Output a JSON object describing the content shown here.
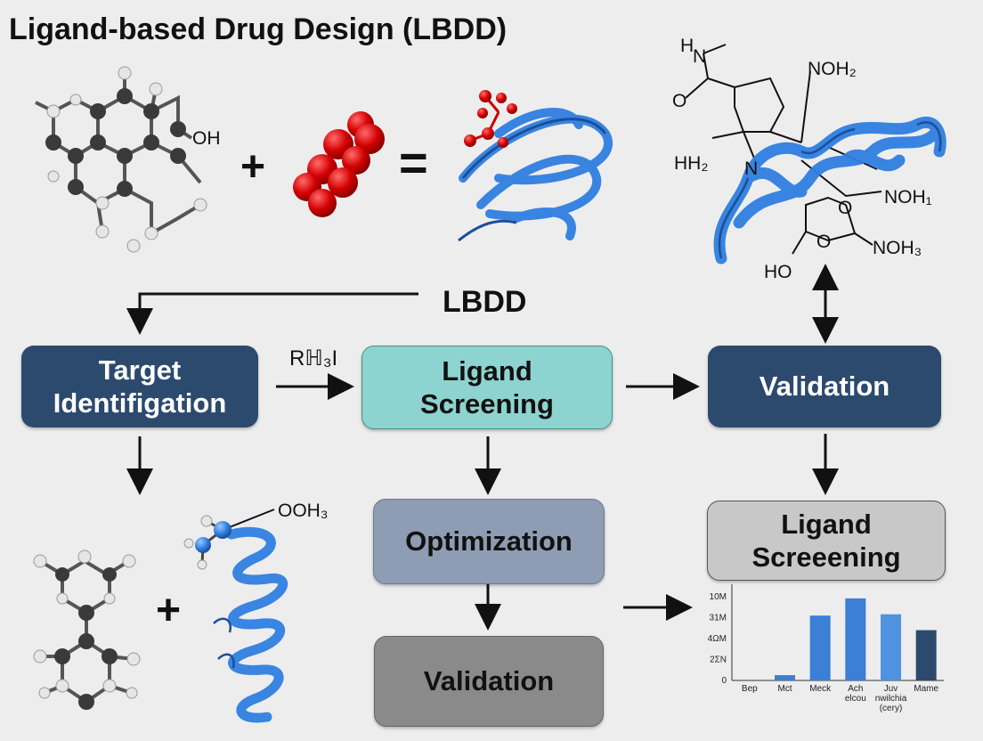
{
  "header": {
    "title": "Ligand-based Drug Design (LBDD)"
  },
  "top_row": {
    "plus": "+",
    "equals": "=",
    "oh_label": "OH"
  },
  "flow": {
    "lbdd_label": "LBDD",
    "rhi_label": "Rℍ₃I",
    "target_identification": "Target\nIdentifigation",
    "ligand_screening": "Ligand\nScreening",
    "validation_right": "Validation",
    "optimization": "Optimization",
    "validation_bottom": "Validation",
    "ligand_screening_2": "Ligand\nScreeening"
  },
  "bottom_left": {
    "plus": "+",
    "ooh3_label": "OOH₃"
  },
  "molecule_labels": {
    "h_n": "H",
    "n_top": "N",
    "o_left": "O",
    "hh2": "HH₂",
    "n_mid": "N",
    "noh2": "NOH₂",
    "noh1": "NOH₁",
    "noh3": "NOH₃",
    "o_ring1": "O",
    "o_ring2": "O",
    "ho": "HO"
  },
  "chart_data": {
    "type": "bar",
    "categories": [
      "Bep",
      "Mct",
      "Meck",
      "Ach\nelcou",
      "Juv\nnwilchia\n(cery)",
      "Mame"
    ],
    "values": [
      0,
      4,
      49,
      62,
      50,
      38
    ],
    "ytick_labels": [
      "10M",
      "31M",
      "4ΩM",
      "2ΣN",
      "0"
    ],
    "ylim": [
      0,
      70
    ],
    "bar_colors": [
      "#3b7fd6",
      "#3b7fd6",
      "#3b7fd6",
      "#3b7fd6",
      "#4f93e0",
      "#2c4a6e"
    ]
  }
}
